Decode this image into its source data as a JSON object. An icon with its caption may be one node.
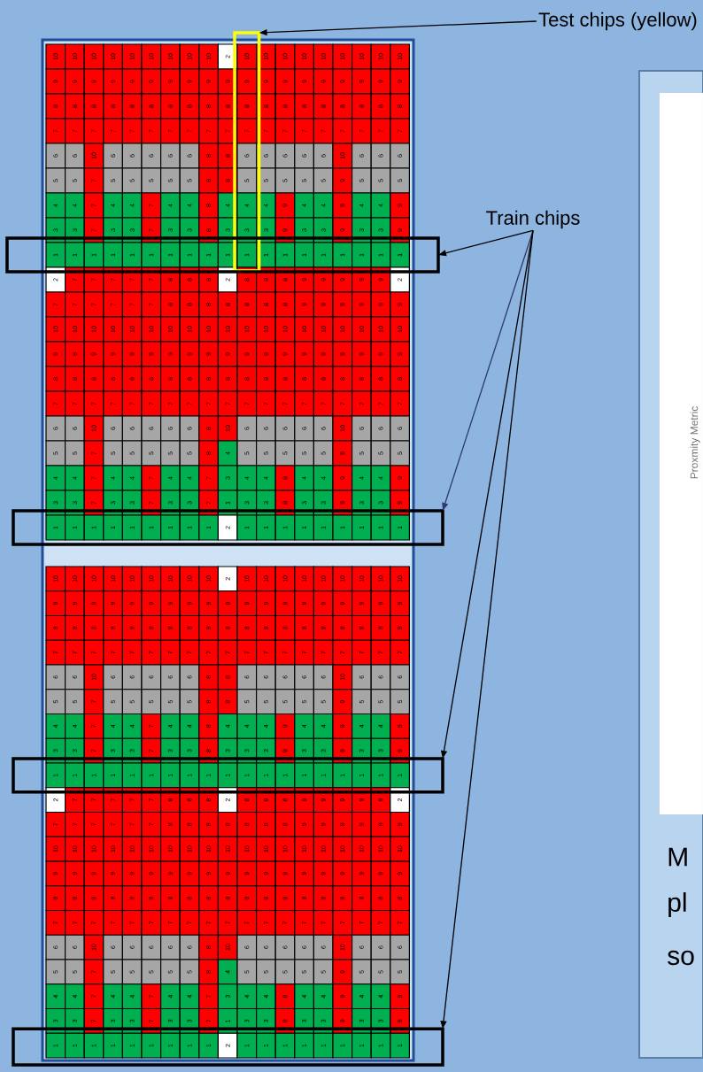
{
  "diagram": {
    "nodes": [
      {
        "text": [
          "Test chips (yellow)"
        ]
      },
      {
        "text": [],
        "shape": "box"
      },
      {
        "text": [
          "Train chips"
        ]
      },
      {
        "text": [],
        "shape": "box"
      },
      {
        "text": [],
        "shape": "box"
      },
      {
        "text": [],
        "shape": "box"
      },
      {
        "text": [],
        "shape": "box"
      }
    ],
    "edges": [
      {
        "from": 0,
        "to": 1,
        "arrow": "to"
      },
      {
        "from": 2,
        "to": 3,
        "arrow": "to"
      },
      {
        "from": 2,
        "to": 4,
        "arrow": "to",
        "color": "#2f3a6b"
      },
      {
        "from": 2,
        "to": 5,
        "arrow": "to"
      },
      {
        "from": 2,
        "to": 6,
        "arrow": "to"
      }
    ],
    "labels": [
      "10",
      "10",
      "10",
      "10",
      "10",
      "10",
      "10",
      "10",
      "10",
      "2",
      "10",
      "10",
      "10",
      "10",
      "10",
      "10",
      "10",
      "10",
      "10",
      "9",
      "9",
      "9",
      "9",
      "9",
      "9",
      "9",
      "9",
      "9",
      "9",
      "9",
      "9",
      "9",
      "9",
      "9",
      "9",
      "9",
      "9",
      "9",
      "8",
      "8",
      "8",
      "8",
      "8",
      "8",
      "8",
      "8",
      "8",
      "8",
      "8",
      "8",
      "8",
      "8",
      "8",
      "8",
      "8",
      "8",
      "8",
      "7",
      "7",
      "7",
      "7",
      "7",
      "7",
      "7",
      "7",
      "7",
      "7",
      "7",
      "7",
      "7",
      "7",
      "7",
      "7",
      "7",
      "7",
      "7",
      "6",
      "6",
      "10",
      "6",
      "6",
      "6",
      "6",
      "6",
      "8",
      "8",
      "6",
      "6",
      "6",
      "6",
      "6",
      "10",
      "6",
      "6",
      "6",
      "5",
      "5",
      "7",
      "5",
      "5",
      "5",
      "5",
      "5",
      "8",
      "8",
      "5",
      "5",
      "5",
      "5",
      "5",
      "9",
      "5",
      "5",
      "5",
      "4",
      "4",
      "7",
      "4",
      "4",
      "7",
      "4",
      "4",
      "8",
      "4",
      "4",
      "4",
      "9",
      "4",
      "4",
      "9",
      "4",
      "4",
      "9",
      "3",
      "3",
      "7",
      "3",
      "3",
      "7",
      "3",
      "3",
      "8",
      "3",
      "3",
      "3",
      "9",
      "3",
      "3",
      "9",
      "3",
      "3",
      "9",
      "1",
      "1",
      "1",
      "1",
      "1",
      "1",
      "1",
      "1",
      "1",
      "1",
      "1",
      "1",
      "1",
      "1",
      "1",
      "1",
      "1",
      "1",
      "1",
      "2",
      "7",
      "7",
      "7",
      "7",
      "7",
      "8",
      "8",
      "8",
      "2",
      "8",
      "8",
      "8",
      "9",
      "9",
      "9",
      "9",
      "9",
      "2",
      "7",
      "7",
      "7",
      "7",
      "7",
      "7",
      "8",
      "8",
      "8",
      "8",
      "8",
      "8",
      "8",
      "9",
      "9",
      "9",
      "9",
      "9",
      "9",
      "10",
      "10",
      "10",
      "10",
      "10",
      "10",
      "10",
      "10",
      "10",
      "10",
      "10",
      "10",
      "10",
      "10",
      "10",
      "10",
      "10",
      "10",
      "10",
      "9",
      "9",
      "9",
      "9",
      "9",
      "9",
      "9",
      "9",
      "9",
      "9",
      "9",
      "9",
      "9",
      "9",
      "9",
      "9",
      "9",
      "9",
      "9",
      "8",
      "8",
      "8",
      "8",
      "8",
      "8",
      "8",
      "8",
      "8",
      "8",
      "8",
      "8",
      "8",
      "8",
      "8",
      "8",
      "8",
      "8",
      "8",
      "7",
      "7",
      "7",
      "7",
      "7",
      "7",
      "7",
      "7",
      "7",
      "7",
      "7",
      "7",
      "7",
      "7",
      "7",
      "7",
      "7",
      "7",
      "7",
      "6",
      "6",
      "10",
      "6",
      "6",
      "6",
      "6",
      "6",
      "8",
      "10",
      "6",
      "6",
      "6",
      "6",
      "6",
      "10",
      "6",
      "6",
      "6",
      "5",
      "5",
      "7",
      "5",
      "5",
      "5",
      "5",
      "5",
      "8",
      "4",
      "5",
      "5",
      "5",
      "5",
      "5",
      "9",
      "5",
      "5",
      "5",
      "4",
      "4",
      "7",
      "4",
      "4",
      "7",
      "4",
      "4",
      "7",
      "3",
      "4",
      "4",
      "8",
      "4",
      "4",
      "9",
      "4",
      "4",
      "9",
      "3",
      "3",
      "7",
      "3",
      "3",
      "7",
      "3",
      "3",
      "7",
      "1",
      "3",
      "3",
      "8",
      "3",
      "3",
      "9",
      "3",
      "3",
      "9",
      "1",
      "1",
      "1",
      "1",
      "1",
      "1",
      "1",
      "1",
      "1",
      "2",
      "1",
      "1",
      "1",
      "1",
      "1",
      "1",
      "1",
      "1",
      "1",
      "10",
      "10",
      "10",
      "10",
      "10",
      "10",
      "10",
      "10",
      "10",
      "2",
      "10",
      "10",
      "10",
      "10",
      "10",
      "10",
      "10",
      "10",
      "10",
      "9",
      "9",
      "9",
      "9",
      "9",
      "9",
      "9",
      "9",
      "9",
      "9",
      "9",
      "9",
      "9",
      "9",
      "9",
      "9",
      "9",
      "9",
      "9",
      "8",
      "8",
      "8",
      "8",
      "8",
      "8",
      "8",
      "8",
      "8",
      "8",
      "8",
      "8",
      "8",
      "8",
      "8",
      "8",
      "8",
      "8",
      "8",
      "7",
      "7",
      "7",
      "7",
      "7",
      "7",
      "7",
      "7",
      "7",
      "7",
      "7",
      "7",
      "7",
      "7",
      "7",
      "7",
      "7",
      "7",
      "7",
      "6",
      "6",
      "10",
      "6",
      "6",
      "6",
      "6",
      "6",
      "8",
      "8",
      "6",
      "6",
      "6",
      "6",
      "6",
      "10",
      "6",
      "6",
      "6",
      "5",
      "5",
      "7",
      "5",
      "5",
      "5",
      "5",
      "5",
      "8",
      "8",
      "5",
      "5",
      "5",
      "5",
      "5",
      "9",
      "5",
      "5",
      "5",
      "4",
      "4",
      "7",
      "4",
      "4",
      "7",
      "4",
      "4",
      "8",
      "4",
      "4",
      "4",
      "9",
      "4",
      "4",
      "9",
      "4",
      "4",
      "9",
      "3",
      "3",
      "7",
      "3",
      "3",
      "7",
      "3",
      "3",
      "8",
      "3",
      "3",
      "3",
      "9",
      "3",
      "3",
      "9",
      "3",
      "3",
      "9",
      "1",
      "1",
      "1",
      "1",
      "1",
      "1",
      "1",
      "1",
      "1",
      "1",
      "1",
      "1",
      "1",
      "1",
      "1",
      "1",
      "1",
      "1",
      "1",
      "2",
      "7",
      "7",
      "7",
      "7",
      "7",
      "8",
      "8",
      "8",
      "2",
      "8",
      "8",
      "8",
      "9",
      "9",
      "9",
      "9",
      "9",
      "2",
      "7",
      "7",
      "7",
      "7",
      "7",
      "7",
      "8",
      "8",
      "8",
      "8",
      "8",
      "8",
      "8",
      "9",
      "9",
      "9",
      "9",
      "9",
      "9",
      "10",
      "10",
      "10",
      "10",
      "10",
      "10",
      "10",
      "10",
      "10",
      "10",
      "10",
      "10",
      "10",
      "10",
      "10",
      "10",
      "10",
      "10",
      "10",
      "9",
      "9",
      "9",
      "9",
      "9",
      "9",
      "9",
      "9",
      "9",
      "9",
      "9",
      "9",
      "9",
      "9",
      "9",
      "9",
      "9",
      "9",
      "9",
      "8",
      "8",
      "8",
      "8",
      "8",
      "8",
      "8",
      "8",
      "8",
      "8",
      "8",
      "8",
      "8",
      "8",
      "8",
      "8",
      "8",
      "8",
      "8",
      "7",
      "7",
      "7",
      "7",
      "7",
      "7",
      "7",
      "7",
      "7",
      "7",
      "7",
      "7",
      "7",
      "7",
      "7",
      "7",
      "7",
      "7",
      "7",
      "6",
      "6",
      "10",
      "6",
      "6",
      "6",
      "6",
      "6",
      "8",
      "10",
      "6",
      "6",
      "6",
      "6",
      "6",
      "10",
      "6",
      "6",
      "6",
      "5",
      "5",
      "7",
      "5",
      "5",
      "5",
      "5",
      "5",
      "8",
      "4",
      "5",
      "5",
      "5",
      "5",
      "5",
      "9",
      "5",
      "5",
      "5",
      "4",
      "4",
      "7",
      "4",
      "4",
      "7",
      "4",
      "4",
      "7",
      "3",
      "4",
      "4",
      "8",
      "4",
      "4",
      "9",
      "4",
      "4",
      "9",
      "3",
      "3",
      "7",
      "3",
      "3",
      "7",
      "3",
      "3",
      "7",
      "1",
      "3",
      "3",
      "8",
      "3",
      "3",
      "9",
      "3",
      "3",
      "9",
      "1",
      "1",
      "1",
      "1",
      "1",
      "1",
      "1",
      "1",
      "1",
      "2",
      "1",
      "1",
      "1",
      "1",
      "1",
      "1",
      "1",
      "1",
      "1",
      "Proxmity Metric",
      "M",
      "pl",
      "so"
    ]
  }
}
